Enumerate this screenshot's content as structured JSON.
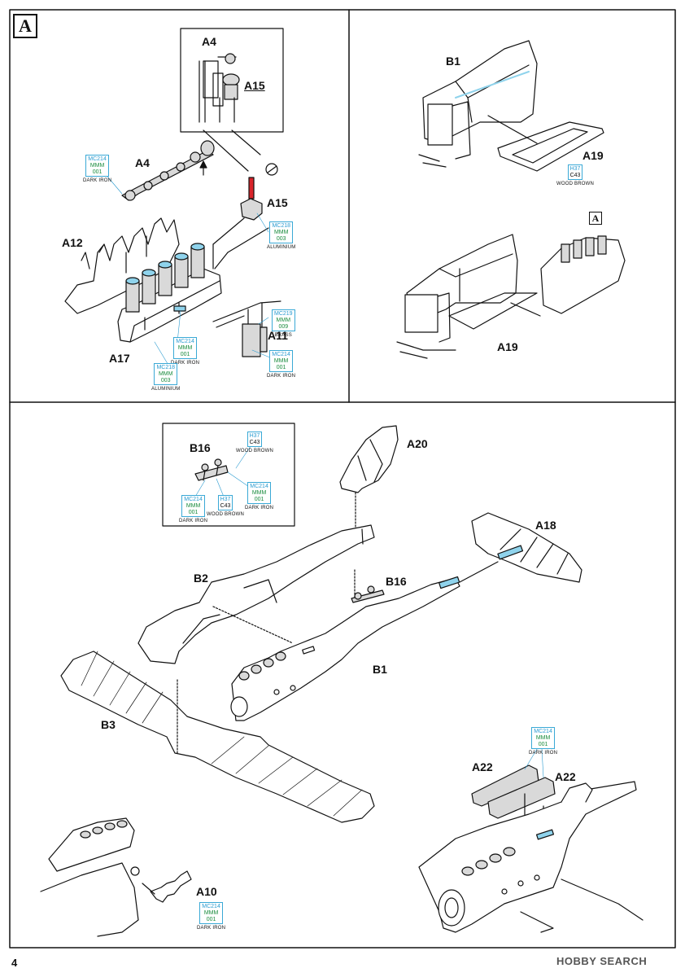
{
  "page": {
    "number": "4",
    "step_marker": "A",
    "ref_marker": "A",
    "watermark": "HOBBY SEARCH"
  },
  "labels": {
    "a4_inset": "A4",
    "a15_inset": "A15",
    "a4": "A4",
    "a15": "A15",
    "a12": "A12",
    "a11": "A11",
    "a17": "A17",
    "b1_top": "B1",
    "a19_top": "A19",
    "a19_bottom": "A19",
    "b16_inset": "B16",
    "a20": "A20",
    "a18": "A18",
    "b2": "B2",
    "b16": "B16",
    "b1": "B1",
    "b3": "B3",
    "a22_left": "A22",
    "a22_right": "A22",
    "a10": "A10"
  },
  "paints": [
    {
      "code": "MC214",
      "mid": "MMM",
      "num": "001",
      "name": "DARK IRON"
    },
    {
      "code": "MC218",
      "mid": "MMM",
      "num": "003",
      "name": "ALUMINIUM"
    },
    {
      "code": "MC219",
      "mid": "MMM",
      "num": "009",
      "name": "BRASS"
    },
    {
      "code": "MC214",
      "mid": "MMM",
      "num": "001",
      "name": "DARK IRON"
    },
    {
      "code": "MC214",
      "mid": "MMM",
      "num": "001",
      "name": "DARK IRON"
    },
    {
      "code": "MC218",
      "mid": "MMM",
      "num": "003",
      "name": "ALUMINIUM"
    },
    {
      "code": "H37",
      "mid": "C43",
      "num": "",
      "name": "WOOD BROWN"
    },
    {
      "code": "H37",
      "mid": "C43",
      "num": "",
      "name": "WOOD BROWN"
    },
    {
      "code": "MC214",
      "mid": "MMM",
      "num": "001",
      "name": "DARK IRON"
    },
    {
      "code": "H37",
      "mid": "C43",
      "num": "",
      "name": "WOOD BROWN"
    },
    {
      "code": "MC214",
      "mid": "MMM",
      "num": "001",
      "name": "DARK IRON"
    },
    {
      "code": "MC214",
      "mid": "MMM",
      "num": "001",
      "name": "DARK IRON"
    },
    {
      "code": "MC214",
      "mid": "MMM",
      "num": "001",
      "name": "DARK IRON"
    }
  ],
  "colors": {
    "frame": "#111111",
    "paint_code": "#2a9bd0",
    "paint_mid": "#1a8c3e",
    "part_fill": "#d9d9d9",
    "accent_blue": "#8fd3ec",
    "accent_red": "#d8242a"
  }
}
